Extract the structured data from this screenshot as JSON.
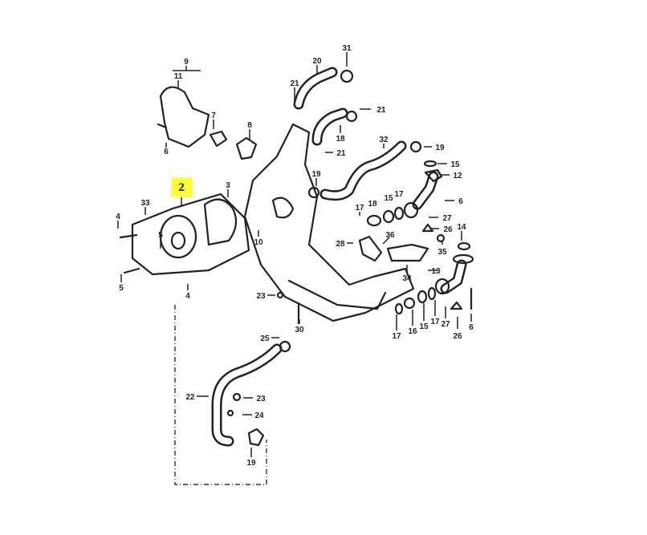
{
  "diagram": {
    "highlight_label": "2",
    "highlight_color": "#ffff33",
    "callouts": [
      "9",
      "11",
      "7",
      "6",
      "8",
      "20",
      "31",
      "21",
      "21",
      "18",
      "21",
      "19",
      "32",
      "19",
      "15",
      "12",
      "6",
      "17",
      "18",
      "15",
      "17",
      "27",
      "26",
      "14",
      "28",
      "36",
      "35",
      "34",
      "13",
      "23",
      "30",
      "17",
      "16",
      "15",
      "17",
      "27",
      "26",
      "6",
      "3",
      "33",
      "4",
      "5",
      "10",
      "5",
      "4",
      "25",
      "22",
      "23",
      "24",
      "19"
    ]
  }
}
